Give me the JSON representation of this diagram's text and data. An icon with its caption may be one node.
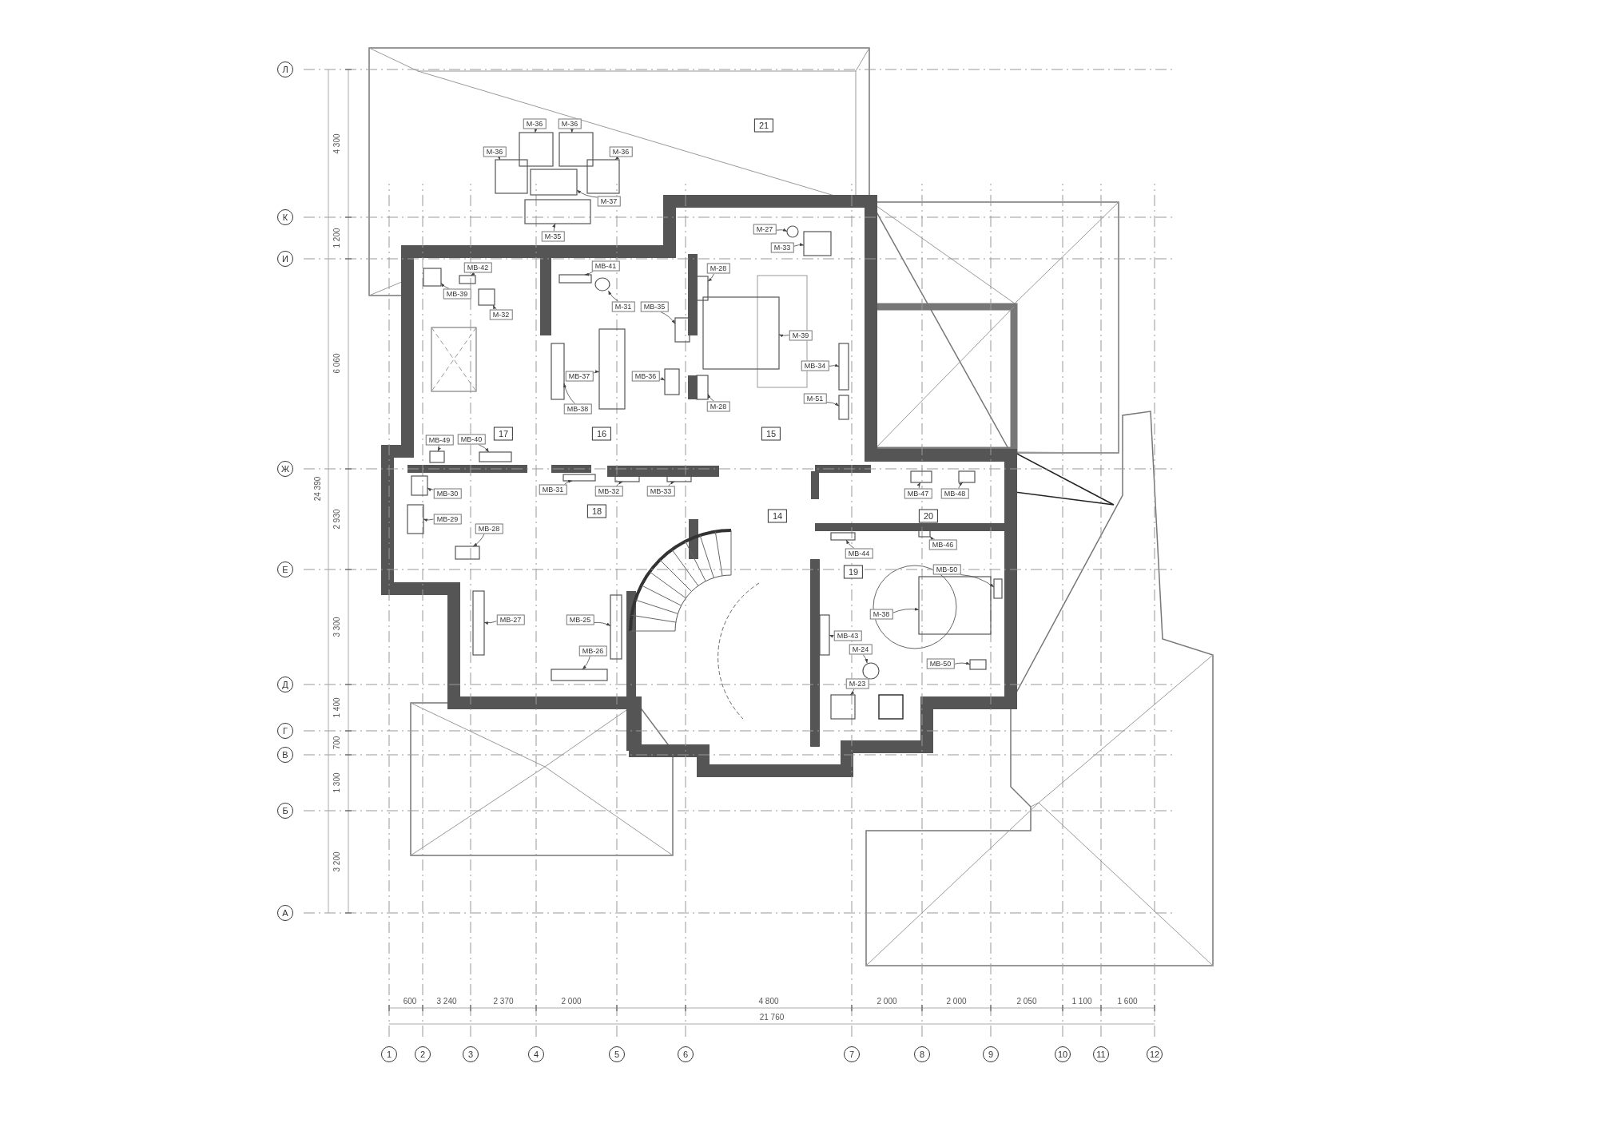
{
  "diagram": {
    "nodes": [
      {
        "text": [
          "21"
        ]
      },
      {
        "text": [
          "M-36"
        ]
      },
      {
        "text": [
          "M-36"
        ]
      },
      {
        "text": [
          "M-36"
        ]
      },
      {
        "text": [
          "M-36"
        ]
      },
      {
        "text": [
          "M-37"
        ]
      },
      {
        "text": [
          "M-35"
        ]
      },
      {
        "text": [
          "M-27"
        ]
      },
      {
        "text": [
          "M-33"
        ]
      },
      {
        "text": [
          "MB-42"
        ]
      },
      {
        "text": [
          "MB-41"
        ]
      },
      {
        "text": [
          "M-28"
        ]
      },
      {
        "text": [
          "MB-39"
        ]
      },
      {
        "text": [
          "M-31"
        ]
      },
      {
        "text": [
          "MB-35"
        ]
      },
      {
        "text": [
          "M-32"
        ]
      },
      {
        "text": [
          "M-39"
        ]
      },
      {
        "text": [
          "MB-34"
        ]
      },
      {
        "text": [
          "MB-37"
        ]
      },
      {
        "text": [
          "MB-36"
        ]
      },
      {
        "text": [
          "M-51"
        ]
      },
      {
        "text": [
          "MB-38"
        ]
      },
      {
        "text": [
          "M-28"
        ]
      },
      {
        "text": [
          "17"
        ]
      },
      {
        "text": [
          "16"
        ]
      },
      {
        "text": [
          "15"
        ]
      },
      {
        "text": [
          "MB-49"
        ]
      },
      {
        "text": [
          "MB-40"
        ]
      },
      {
        "text": [
          "MB-30"
        ]
      },
      {
        "text": [
          "MB-31"
        ]
      },
      {
        "text": [
          "MB-32"
        ]
      },
      {
        "text": [
          "MB-33"
        ]
      },
      {
        "text": [
          "MB-47"
        ]
      },
      {
        "text": [
          "MB-48"
        ]
      },
      {
        "text": [
          "18"
        ]
      },
      {
        "text": [
          "14"
        ]
      },
      {
        "text": [
          "20"
        ]
      },
      {
        "text": [
          "MB-29"
        ]
      },
      {
        "text": [
          "MB-28"
        ]
      },
      {
        "text": [
          "MB-44"
        ]
      },
      {
        "text": [
          "MB-46"
        ]
      },
      {
        "text": [
          "19"
        ]
      },
      {
        "text": [
          "MB-50"
        ]
      },
      {
        "text": [
          "M-38"
        ]
      },
      {
        "text": [
          "MB-27"
        ]
      },
      {
        "text": [
          "MB-25"
        ]
      },
      {
        "text": [
          "MB-43"
        ]
      },
      {
        "text": [
          "M-24"
        ]
      },
      {
        "text": [
          "MB-26"
        ]
      },
      {
        "text": [
          "MB-50"
        ]
      },
      {
        "text": [
          "M-23"
        ]
      },
      {
        "text": [
          "Л"
        ]
      },
      {
        "text": [
          "К"
        ]
      },
      {
        "text": [
          "И"
        ]
      },
      {
        "text": [
          "Ж"
        ]
      },
      {
        "text": [
          "Е"
        ]
      },
      {
        "text": [
          "Д"
        ]
      },
      {
        "text": [
          "Г"
        ]
      },
      {
        "text": [
          "В"
        ]
      },
      {
        "text": [
          "Б"
        ]
      },
      {
        "text": [
          "А"
        ]
      },
      {
        "text": [
          "1"
        ]
      },
      {
        "text": [
          "2"
        ]
      },
      {
        "text": [
          "3"
        ]
      },
      {
        "text": [
          "4"
        ]
      },
      {
        "text": [
          "5"
        ]
      },
      {
        "text": [
          "6"
        ]
      },
      {
        "text": [
          "7"
        ]
      },
      {
        "text": [
          "8"
        ]
      },
      {
        "text": [
          "9"
        ]
      },
      {
        "text": [
          "10"
        ]
      },
      {
        "text": [
          "11"
        ]
      },
      {
        "text": [
          "12"
        ]
      },
      {
        "text": [],
        "shape": "box"
      },
      {
        "text": [],
        "shape": "box"
      },
      {
        "text": [],
        "shape": "box"
      },
      {
        "text": [],
        "shape": "box"
      },
      {
        "text": [],
        "shape": "box"
      },
      {
        "text": [],
        "shape": "box"
      },
      {
        "text": [],
        "shape": "circle"
      },
      {
        "text": [],
        "shape": "box"
      },
      {
        "text": [],
        "shape": "box"
      },
      {
        "text": [],
        "shape": "box"
      },
      {
        "text": [],
        "shape": "box"
      },
      {
        "text": [],
        "shape": "box"
      },
      {
        "text": [],
        "shape": "circle"
      },
      {
        "text": [],
        "shape": "box"
      },
      {
        "text": [],
        "shape": "box"
      },
      {
        "text": [],
        "shape": "box"
      },
      {
        "text": [],
        "shape": "box"
      },
      {
        "text": [],
        "shape": "box"
      },
      {
        "text": [],
        "shape": "box"
      },
      {
        "text": [],
        "shape": "box"
      },
      {
        "text": [],
        "shape": "box"
      },
      {
        "text": [],
        "shape": "box"
      },
      {
        "text": [],
        "shape": "box"
      },
      {
        "text": [],
        "shape": "box"
      },
      {
        "text": [],
        "shape": "box"
      },
      {
        "text": [],
        "shape": "box"
      },
      {
        "text": [],
        "shape": "box"
      },
      {
        "text": [],
        "shape": "box"
      },
      {
        "text": [],
        "shape": "box"
      },
      {
        "text": [],
        "shape": "box"
      },
      {
        "text": [],
        "shape": "box"
      },
      {
        "text": [],
        "shape": "box"
      },
      {
        "text": [],
        "shape": "box"
      },
      {
        "text": [],
        "shape": "box"
      },
      {
        "text": [],
        "shape": "box"
      },
      {
        "text": [],
        "shape": "box"
      },
      {
        "text": [],
        "shape": "box"
      },
      {
        "text": [],
        "shape": "box"
      },
      {
        "text": [],
        "shape": "box"
      },
      {
        "text": [],
        "shape": "circle"
      },
      {
        "text": [],
        "shape": "box"
      },
      {
        "text": [],
        "shape": "box"
      },
      {
        "text": [],
        "shape": "box"
      }
    ],
    "edges": [
      {
        "from": 1,
        "to": 73,
        "arrow": "to"
      },
      {
        "from": 2,
        "to": 74,
        "arrow": "to"
      },
      {
        "from": 3,
        "to": 75,
        "arrow": "to"
      },
      {
        "from": 4,
        "to": 76,
        "arrow": "to"
      },
      {
        "from": 5,
        "to": 77,
        "arrow": "to"
      },
      {
        "from": 6,
        "to": 78,
        "arrow": "to"
      },
      {
        "from": 7,
        "to": 79,
        "arrow": "to"
      },
      {
        "from": 8,
        "to": 80,
        "arrow": "to"
      },
      {
        "from": 9,
        "to": 81,
        "arrow": "to"
      },
      {
        "from": 10,
        "to": 82,
        "arrow": "to"
      },
      {
        "from": 11,
        "to": 83,
        "arrow": "to"
      },
      {
        "from": 12,
        "to": 84,
        "arrow": "to"
      },
      {
        "from": 13,
        "to": 85,
        "arrow": "to"
      },
      {
        "from": 14,
        "to": 86,
        "arrow": "to"
      },
      {
        "from": 15,
        "to": 87,
        "arrow": "to"
      },
      {
        "from": 16,
        "to": 88,
        "arrow": "to"
      },
      {
        "from": 17,
        "to": 89,
        "arrow": "to"
      },
      {
        "from": 18,
        "to": 90,
        "arrow": "to"
      },
      {
        "from": 19,
        "to": 91,
        "arrow": "to"
      },
      {
        "from": 20,
        "to": 92,
        "arrow": "to"
      },
      {
        "from": 21,
        "to": 93,
        "arrow": "to"
      },
      {
        "from": 22,
        "to": 94,
        "arrow": "to"
      },
      {
        "from": 26,
        "to": 95,
        "arrow": "to"
      },
      {
        "from": 27,
        "to": 96,
        "arrow": "to"
      },
      {
        "from": 28,
        "to": 97,
        "arrow": "to"
      },
      {
        "from": 29,
        "to": 98,
        "arrow": "to"
      },
      {
        "from": 30,
        "to": 99,
        "arrow": "to"
      },
      {
        "from": 31,
        "to": 100,
        "arrow": "to"
      },
      {
        "from": 32,
        "to": 101,
        "arrow": "to"
      },
      {
        "from": 33,
        "to": 102,
        "arrow": "to"
      },
      {
        "from": 37,
        "to": 103,
        "arrow": "to"
      },
      {
        "from": 38,
        "to": 104,
        "arrow": "to"
      },
      {
        "from": 39,
        "to": 105,
        "arrow": "to"
      },
      {
        "from": 40,
        "to": 106,
        "arrow": "to"
      },
      {
        "from": 42,
        "to": 107,
        "arrow": "to"
      },
      {
        "from": 43,
        "to": 108,
        "arrow": "to"
      },
      {
        "from": 44,
        "to": 109,
        "arrow": "to"
      },
      {
        "from": 45,
        "to": 110,
        "arrow": "to"
      },
      {
        "from": 46,
        "to": 111,
        "arrow": "to"
      },
      {
        "from": 47,
        "to": 112,
        "arrow": "to"
      },
      {
        "from": 48,
        "to": 113,
        "arrow": "to"
      },
      {
        "from": 49,
        "to": 114,
        "arrow": "to"
      },
      {
        "from": 50,
        "to": 115,
        "arrow": "to"
      }
    ],
    "labels": [
      "4 300",
      "1 200",
      "6 060",
      "24 390",
      "2 930",
      "3 300",
      "1 400",
      "700",
      "1 300",
      "3 200",
      "600",
      "3 240",
      "2 370",
      "2 000",
      "4 800",
      "2 000",
      "2 000",
      "2 050",
      "1 100",
      "1 600",
      "21 760"
    ]
  }
}
